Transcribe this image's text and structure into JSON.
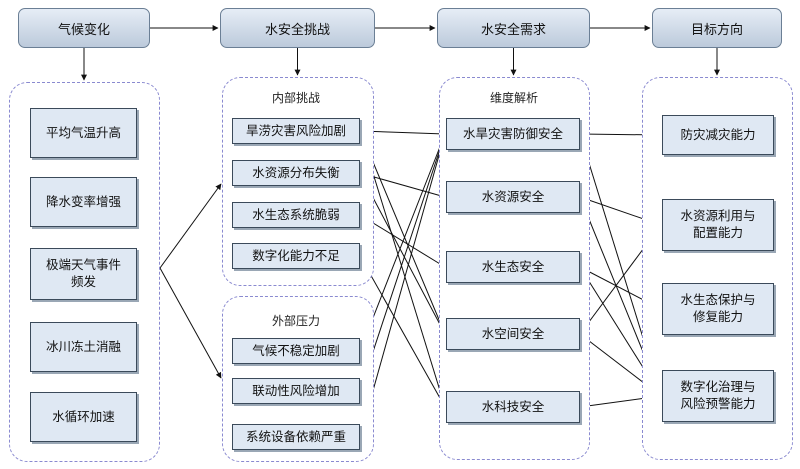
{
  "headers": [
    {
      "id": "h-climate",
      "text": "气候变化"
    },
    {
      "id": "h-challenge",
      "text": "水安全挑战"
    },
    {
      "id": "h-demand",
      "text": "水安全需求"
    },
    {
      "id": "h-goal",
      "text": "目标方向"
    }
  ],
  "groups": [
    {
      "id": "g-internal",
      "label": "内部挑战"
    },
    {
      "id": "g-external",
      "label": "外部压力"
    },
    {
      "id": "g-dimension",
      "label": "维度解析"
    }
  ],
  "climate": [
    {
      "id": "c1",
      "text": "平均气温升高"
    },
    {
      "id": "c2",
      "text": "降水变率增强"
    },
    {
      "id": "c3",
      "text": "极端天气事件\n频发"
    },
    {
      "id": "c4",
      "text": "冰川冻土消融"
    },
    {
      "id": "c5",
      "text": "水循环加速"
    }
  ],
  "challenges": [
    {
      "id": "i1",
      "text": "旱涝灾害风险加剧"
    },
    {
      "id": "i2",
      "text": "水资源分布失衡"
    },
    {
      "id": "i3",
      "text": "水生态系统脆弱"
    },
    {
      "id": "i4",
      "text": "数字化能力不足"
    },
    {
      "id": "e1",
      "text": "气候不稳定加剧"
    },
    {
      "id": "e2",
      "text": "联动性风险增加"
    },
    {
      "id": "e3",
      "text": "系统设备依赖严重"
    }
  ],
  "demands": [
    {
      "id": "d1",
      "text": "水旱灾害防御安全"
    },
    {
      "id": "d2",
      "text": "水资源安全"
    },
    {
      "id": "d3",
      "text": "水生态安全"
    },
    {
      "id": "d4",
      "text": "水空间安全"
    },
    {
      "id": "d5",
      "text": "水科技安全"
    }
  ],
  "goals": [
    {
      "id": "t1",
      "text": "防灾减灾能力"
    },
    {
      "id": "t2",
      "text": "水资源利用与\n配置能力"
    },
    {
      "id": "t3",
      "text": "水生态保护与\n修复能力"
    },
    {
      "id": "t4",
      "text": "数字化治理与\n风险预警能力"
    }
  ],
  "links": [
    [
      "i1",
      "d1"
    ],
    [
      "i1",
      "d4"
    ],
    [
      "i1",
      "d5"
    ],
    [
      "i2",
      "d2"
    ],
    [
      "i2",
      "d4"
    ],
    [
      "i3",
      "d3"
    ],
    [
      "i4",
      "d5"
    ],
    [
      "e1",
      "d1"
    ],
    [
      "e2",
      "d1"
    ],
    [
      "e3",
      "d1"
    ],
    [
      "d1",
      "t1"
    ],
    [
      "d1",
      "t4"
    ],
    [
      "d2",
      "t2"
    ],
    [
      "d2",
      "t4"
    ],
    [
      "d3",
      "t3"
    ],
    [
      "d3",
      "t4"
    ],
    [
      "d4",
      "t2"
    ],
    [
      "d4",
      "t4"
    ],
    [
      "d5",
      "t4"
    ]
  ],
  "colors": {
    "line": "#111111",
    "node_fill": "#dfe8f3",
    "header_fill": "#c9d5e4",
    "group_border": "#8a8ad0"
  }
}
